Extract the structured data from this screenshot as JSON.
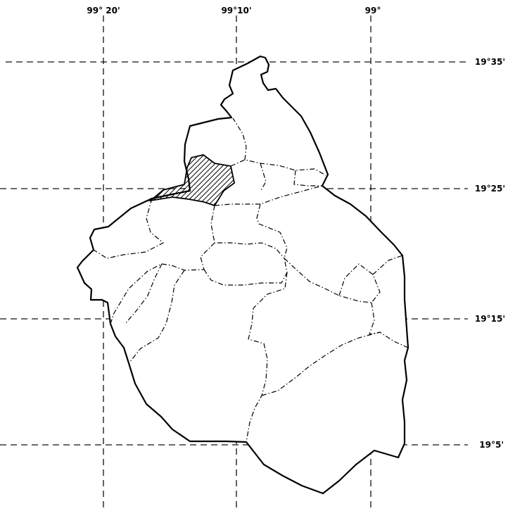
{
  "grid": {
    "longitude_labels": [
      "99° 20'",
      "99°10'",
      "99°"
    ],
    "latitude_labels": [
      "19°35'",
      "19°25'",
      "19°15'",
      "19°5'"
    ]
  },
  "highlighted_region": {
    "fill_pattern": "diagonal-hatch",
    "color": "#000000"
  },
  "colors": {
    "background": "#ffffff",
    "lines": "#000000"
  }
}
